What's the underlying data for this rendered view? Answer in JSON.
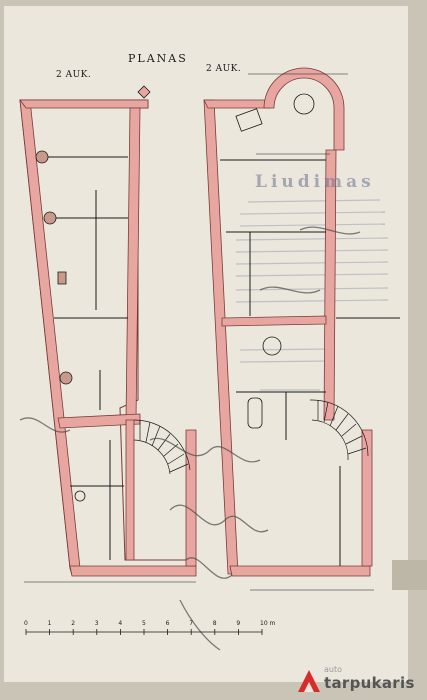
{
  "plan": {
    "title": "PLANAS",
    "left_floor_label": "2 AUK.",
    "right_floor_label": "2 AUK.",
    "stamp_heading": "Liudimas",
    "scale_ticks": [
      "0",
      "1",
      "2",
      "3",
      "4",
      "5",
      "6",
      "7",
      "8",
      "9",
      "10 m"
    ]
  },
  "brand": {
    "top": "auto",
    "name": "tarpukaris",
    "accent": "#d92b2b"
  },
  "colors": {
    "paper": "#ebe7dc",
    "walls": "#e7a6a0",
    "wall_outline": "#7a3b37",
    "ink": "#1b1b1b",
    "stamp": "#6d7190"
  }
}
